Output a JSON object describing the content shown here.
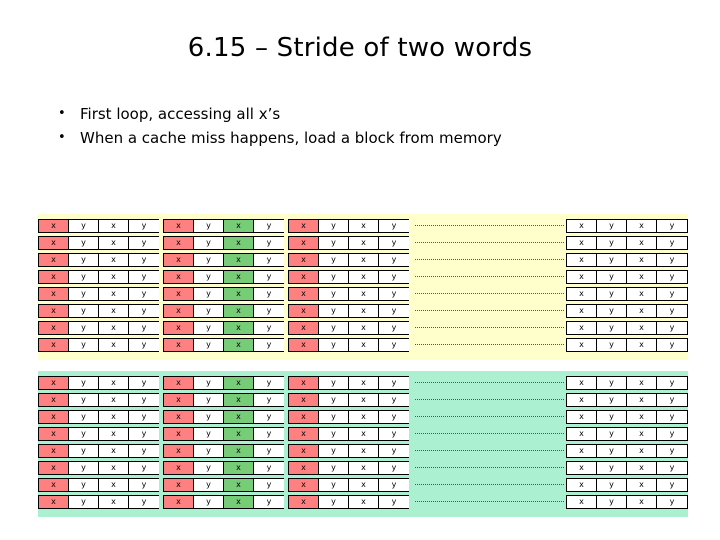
{
  "slide": {
    "title": "6.15 – Stride of two words",
    "bullet_marker": "•",
    "bullets": [
      "First loop, accessing all x’s",
      "When a cache miss happens, load a block from memory"
    ],
    "colors": {
      "band_top": "#ffffcc",
      "band_bottom": "#aaf0d1",
      "cell_x": "#ff8080",
      "cell_y": "#77cc77",
      "cell_empty": "#ffffff",
      "border": "#000000"
    },
    "labels": {
      "x": "x",
      "y": "y"
    },
    "diagram": {
      "bands": [
        {
          "name": "first-loop-band",
          "fill": "#ffffcc",
          "rows": 8,
          "row_pattern_left": [
            [
              "x",
              "y",
              "x",
              "y"
            ],
            [
              "x",
              "y",
              "x",
              "y"
            ],
            [
              "x",
              "y",
              "x",
              "y"
            ]
          ],
          "row_pattern_right": [
            [
              "x",
              "y",
              "x",
              "y"
            ]
          ]
        },
        {
          "name": "second-loop-band",
          "fill": "#aaf0d1",
          "rows": 8,
          "row_pattern_left": [
            [
              "x",
              "y",
              "x",
              "y"
            ],
            [
              "x",
              "y",
              "x",
              "y"
            ],
            [
              "x",
              "y",
              "x",
              "y"
            ]
          ],
          "row_pattern_right": [
            [
              "x",
              "y",
              "x",
              "y"
            ]
          ]
        }
      ],
      "cell_colors_block1": [
        "red",
        "white",
        "white",
        "white"
      ],
      "cell_colors_block2": [
        "red",
        "white",
        "green",
        "white"
      ],
      "cell_colors_block3": [
        "red",
        "white",
        "white",
        "white"
      ],
      "cell_colors_block4": [
        "white",
        "white",
        "white",
        "white"
      ]
    }
  }
}
